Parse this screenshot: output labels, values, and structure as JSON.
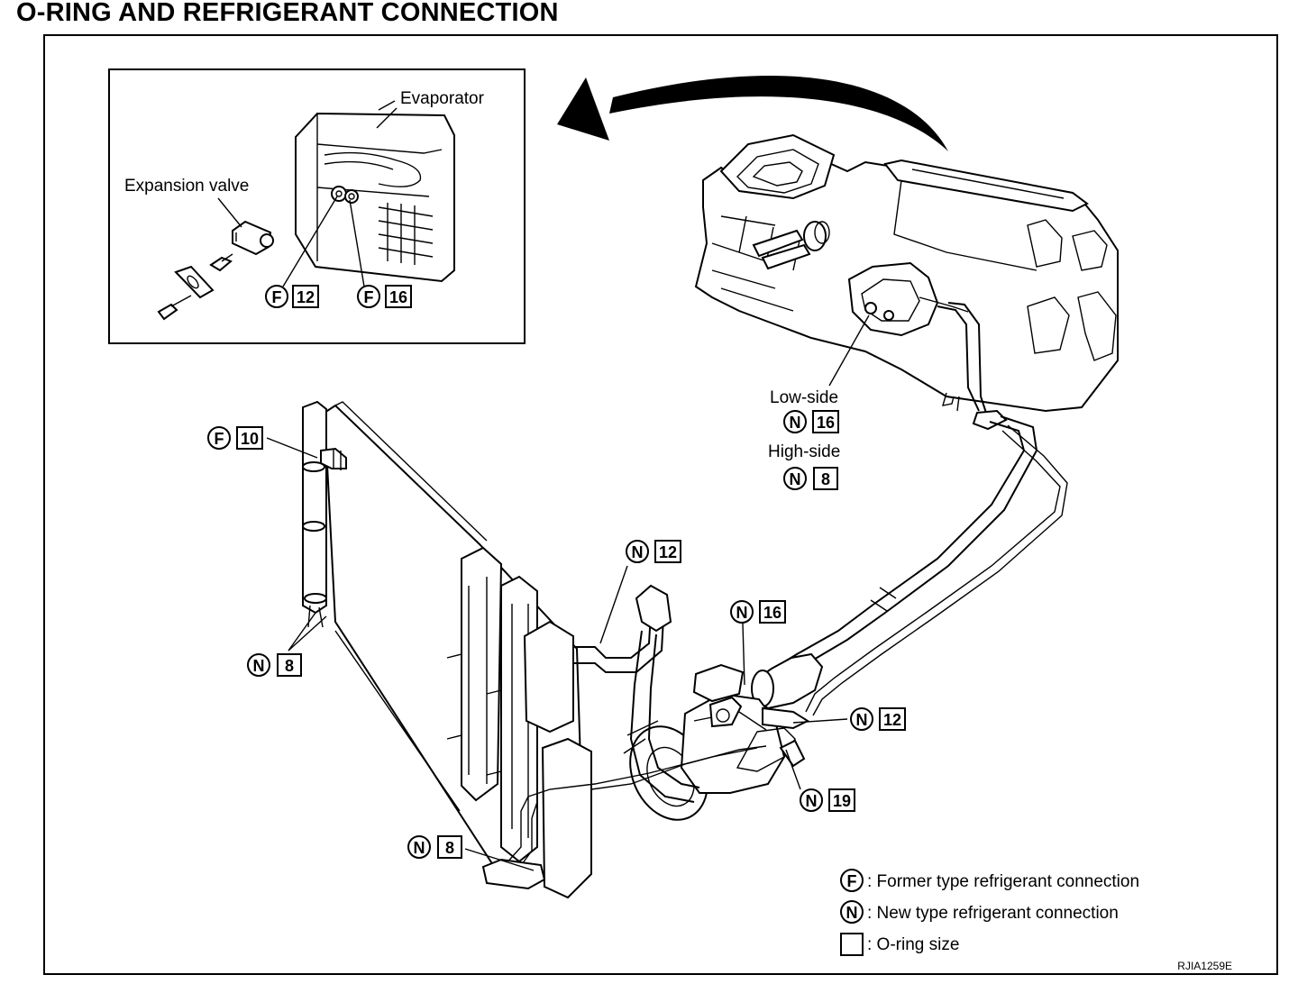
{
  "title": "O-RING AND REFRIGERANT CONNECTION",
  "labels": {
    "evaporator": "Evaporator",
    "expansion_valve": "Expansion valve",
    "low_side": "Low-side",
    "high_side": "High-side"
  },
  "markers": [
    {
      "id": "evap-f12",
      "letter": "F",
      "size": "12"
    },
    {
      "id": "evap-f16",
      "letter": "F",
      "size": "16"
    },
    {
      "id": "lowside-n16",
      "letter": "N",
      "size": "16"
    },
    {
      "id": "highside-n8",
      "letter": "N",
      "size": "8"
    },
    {
      "id": "liquidtank-f10",
      "letter": "F",
      "size": "10"
    },
    {
      "id": "liquidtank-n8",
      "letter": "N",
      "size": "8"
    },
    {
      "id": "condenser-n12",
      "letter": "N",
      "size": "12"
    },
    {
      "id": "compressor-n16",
      "letter": "N",
      "size": "16"
    },
    {
      "id": "compressor-n12",
      "letter": "N",
      "size": "12"
    },
    {
      "id": "compressor-n19",
      "letter": "N",
      "size": "19"
    },
    {
      "id": "condenser-n8",
      "letter": "N",
      "size": "8"
    }
  ],
  "legend": {
    "former": {
      "letter": "F",
      "text": ": Former type refrigerant connection"
    },
    "new": {
      "letter": "N",
      "text": ": New type refrigerant connection"
    },
    "oring": {
      "text": ": O-ring size"
    }
  },
  "figure_code": "RJIA1259E"
}
